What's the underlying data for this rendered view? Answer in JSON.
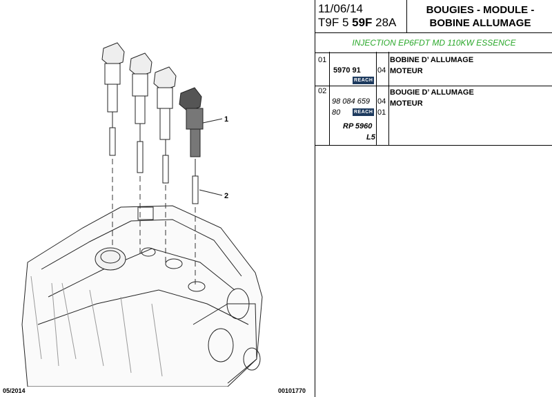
{
  "footer": {
    "date": "05/2014",
    "ref": "00101770"
  },
  "header": {
    "date": "11/06/14",
    "ref_prefix": "T9F 5 ",
    "ref_bold": "59F",
    "ref_suffix": " 28A",
    "title_line1": "BOUGIES - MODULE -",
    "title_line2": "BOBINE ALLUMAGE"
  },
  "subtitle": "INJECTION EP6FDT MD 110KW ESSENCE",
  "callouts": {
    "c1": "1",
    "c2": "2"
  },
  "rows": [
    {
      "index": "01",
      "part_number": "5970 91",
      "reach": "REACH",
      "qty": "04",
      "desc_line1": "BOBINE D’  ALLUMAGE",
      "desc_line2": "MOTEUR"
    },
    {
      "index": "02",
      "part_number_line1": "98 084 659",
      "part_number_line2": "80",
      "reach": "REACH",
      "qty_line1": "04",
      "qty_line2": "01",
      "alt_ref_line1": "RP 5960",
      "alt_ref_line2": "L5",
      "desc_line1": "BOUGIE D’  ALLUMAGE",
      "desc_line2": "MOTEUR"
    }
  ]
}
